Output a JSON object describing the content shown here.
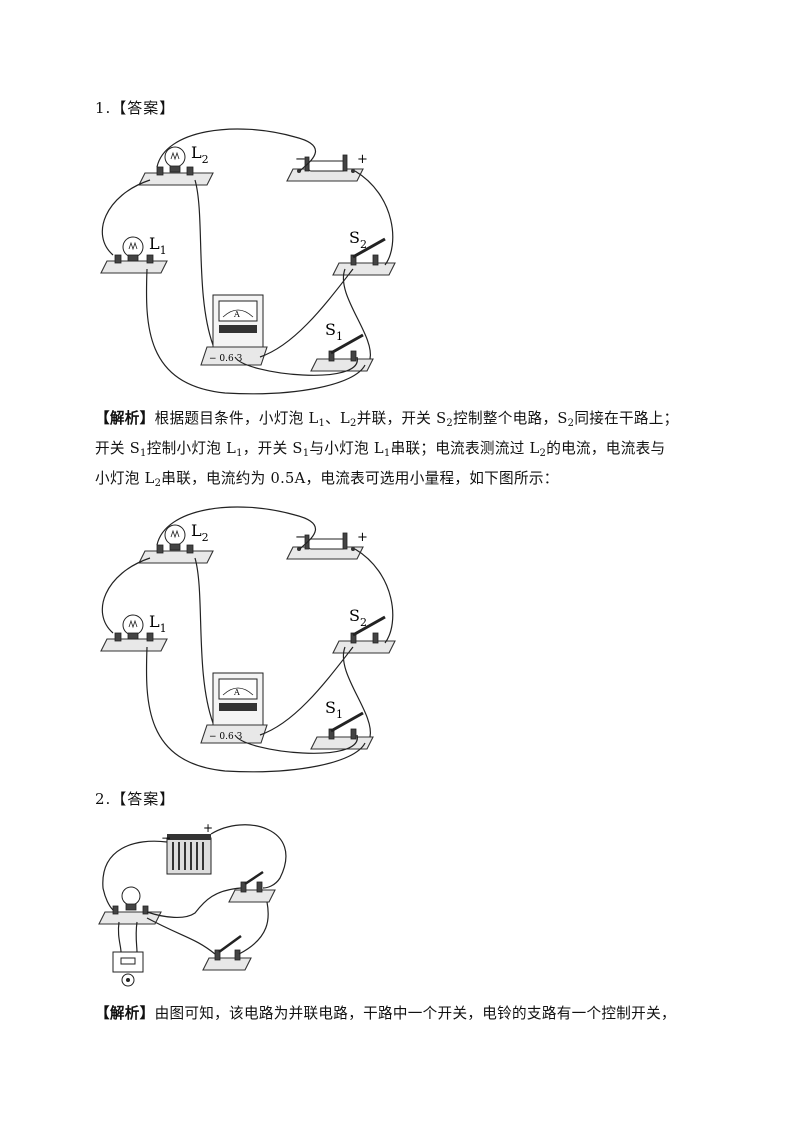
{
  "q1": {
    "heading": "1.【答案】",
    "figure_labels": {
      "l1": "L",
      "l1_sub": "1",
      "l2": "L",
      "l2_sub": "2",
      "s1": "S",
      "s1_sub": "1",
      "s2": "S",
      "s2_sub": "2",
      "minus": "−",
      "plus": "+",
      "ammeter": "A",
      "scale": "− 0.6 3"
    },
    "analysis_tag": "【解析】",
    "analysis_lines": [
      [
        "根据题目条件，小灯泡 L",
        "1",
        "、L",
        "2",
        "并联，开关 S",
        "2",
        "控制整个电路，S",
        "2",
        "同接在干路上；"
      ],
      [
        "开关 S",
        "1",
        "控制小灯泡 L",
        "1",
        "，开关 S",
        "1",
        "与小灯泡 L",
        "1",
        "串联；电流表测流过 L",
        "2",
        "的电流，电流表与"
      ],
      [
        "小灯泡 L",
        "2",
        "串联，电流约为 0.5A，电流表可选用小量程，如下图所示："
      ]
    ]
  },
  "q2": {
    "heading": "2.【答案】",
    "figure_labels": {
      "minus": "−",
      "plus": "+"
    },
    "analysis_tag": "【解析】",
    "analysis_text": "由图可知，该电路为并联电路，干路中一个开关，电铃的支路有一个控制开关，"
  }
}
